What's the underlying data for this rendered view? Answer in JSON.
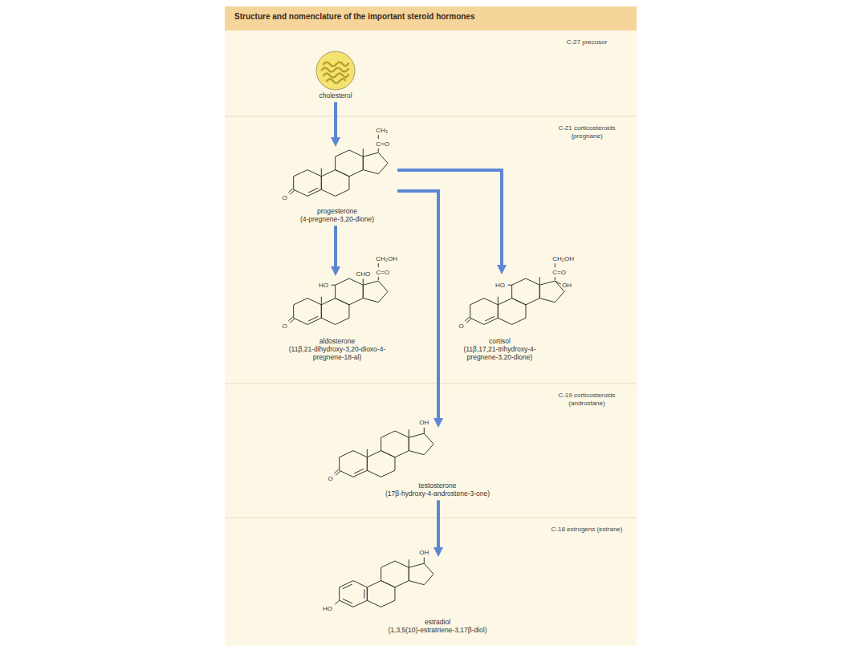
{
  "diagram": {
    "title": "Structure and nomenclature of the important steroid hormones",
    "nodes": [
      {
        "text": [
          "C-27 precusor"
        ]
      },
      {
        "text": [
          "cholesterol"
        ],
        "in": 0
      },
      {
        "text": [
          "C-21 corticosteroids (pregnane)"
        ]
      },
      {
        "text": [
          "progesterone",
          "(4-pregnene-3,20-dione)"
        ],
        "in": 2
      },
      {
        "text": [
          "aldosterone",
          "(11β,21-dihydroxy-3,20-dioxo-4-pregnene-18-al)"
        ],
        "in": 2
      },
      {
        "text": [
          "cortisol",
          "(11β,17,21-trihydroxy-4-pregnene-3,20-dione)"
        ],
        "in": 2
      },
      {
        "text": [
          "C-19 corticosteroids (androstane)"
        ]
      },
      {
        "text": [
          "testosterone",
          "(17β-hydroxy-4-androstene-3-one)"
        ],
        "in": 6
      },
      {
        "text": [
          "C-18 estrogens (estrane)"
        ]
      },
      {
        "text": [
          "estradiol",
          "(1,3,5(10)-estratriene-3,17β-diol)"
        ],
        "in": 8
      }
    ],
    "edges": [
      {
        "from": 1,
        "to": 3,
        "arrow": "to"
      },
      {
        "from": 3,
        "to": 4,
        "arrow": "to"
      },
      {
        "from": 3,
        "to": 5,
        "arrow": "to"
      },
      {
        "from": 3,
        "to": 7,
        "arrow": "to"
      },
      {
        "from": 7,
        "to": 9,
        "arrow": "to"
      }
    ],
    "labels": [
      "CH₃",
      "C=O",
      "O",
      "CH₂OH",
      "C=O",
      "HO",
      "CHO",
      "O",
      "CH₂OH",
      "C=O",
      "HO",
      "OH",
      "O",
      "OH",
      "O",
      "OH",
      "HO"
    ]
  }
}
